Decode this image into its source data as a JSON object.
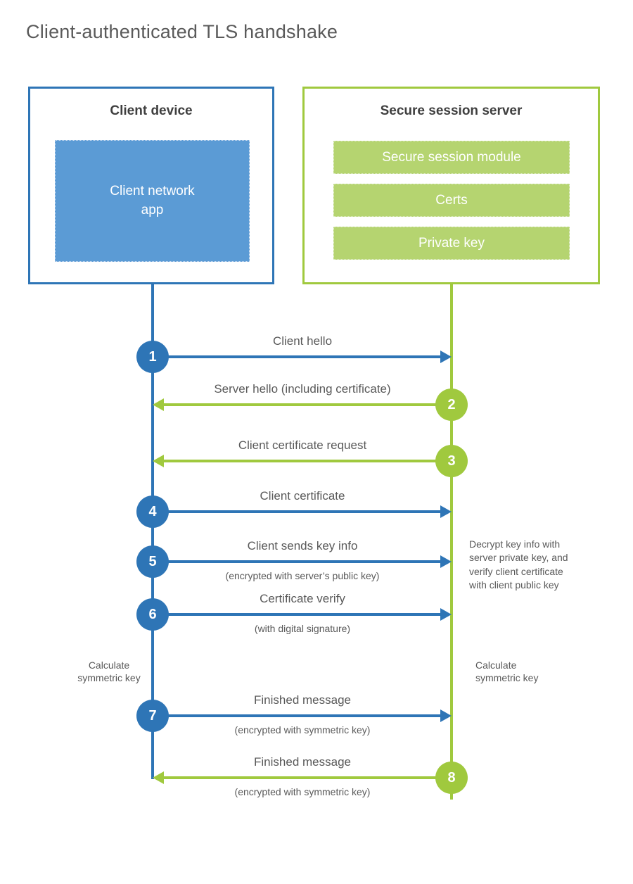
{
  "title": "Client-authenticated TLS handshake",
  "client": {
    "title": "Client device",
    "app": "Client network\napp"
  },
  "server": {
    "title": "Secure session server",
    "modules": [
      "Secure session module",
      "Certs",
      "Private key"
    ]
  },
  "steps": [
    {
      "num": "1",
      "from": "client",
      "label": "Client hello",
      "sublabel": ""
    },
    {
      "num": "2",
      "from": "server",
      "label": "Server hello (including certificate)",
      "sublabel": ""
    },
    {
      "num": "3",
      "from": "server",
      "label": "Client certificate request",
      "sublabel": ""
    },
    {
      "num": "4",
      "from": "client",
      "label": "Client certificate",
      "sublabel": ""
    },
    {
      "num": "5",
      "from": "client",
      "label": "Client sends key info",
      "sublabel": "(encrypted with server’s public key)"
    },
    {
      "num": "6",
      "from": "client",
      "label": "Certificate verify",
      "sublabel": "(with digital signature)"
    },
    {
      "num": "7",
      "from": "client",
      "label": "Finished message",
      "sublabel": "(encrypted with symmetric key)"
    },
    {
      "num": "8",
      "from": "server",
      "label": "Finished message",
      "sublabel": "(encrypted with symmetric key)"
    }
  ],
  "annotations": {
    "decrypt_note": "Decrypt key info with\nserver private key, and\nverify client certificate\nwith client public key",
    "calc_left": "Calculate\nsymmetric key",
    "calc_right": "Calculate\nsymmetric key"
  },
  "colors": {
    "blue": "#2e75b6",
    "blue_light": "#5b9bd5",
    "green": "#a0c93e",
    "green_light": "#b5d470"
  }
}
